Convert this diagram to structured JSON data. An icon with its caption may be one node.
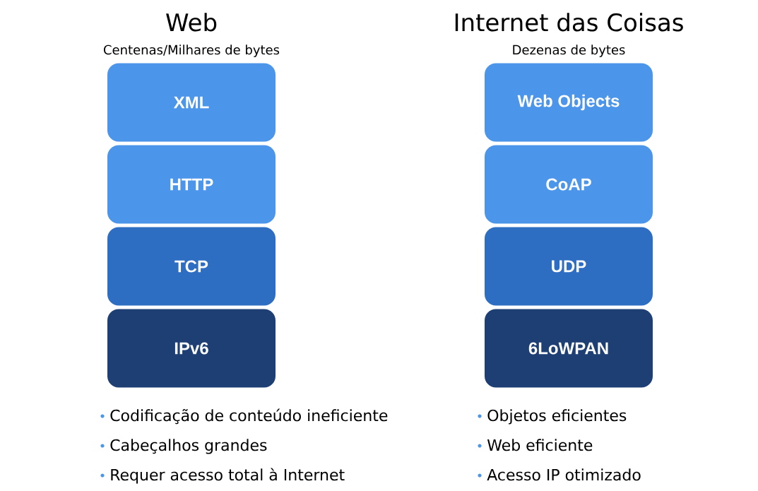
{
  "diagram": {
    "nodes": [
      {
        "text": [
          "XML"
        ]
      },
      {
        "text": [
          "HTTP"
        ]
      },
      {
        "text": [
          "TCP"
        ]
      },
      {
        "text": [
          "IPv6"
        ]
      },
      {
        "text": [
          "Web Objects"
        ]
      },
      {
        "text": [
          "CoAP"
        ]
      },
      {
        "text": [
          "UDP"
        ]
      },
      {
        "text": [
          "6LoWPAN"
        ]
      }
    ],
    "edges": [],
    "labels": [
      "Web",
      "Centenas/Milhares de bytes",
      "Codificação de conteúdo ineficiente",
      "Cabeçalhos grandes",
      "Requer acesso total à Internet",
      "Internet das Coisas",
      "Dezenas de bytes",
      "Objetos eficientes",
      "Web eficiente",
      "Acesso IP otimizado"
    ]
  }
}
